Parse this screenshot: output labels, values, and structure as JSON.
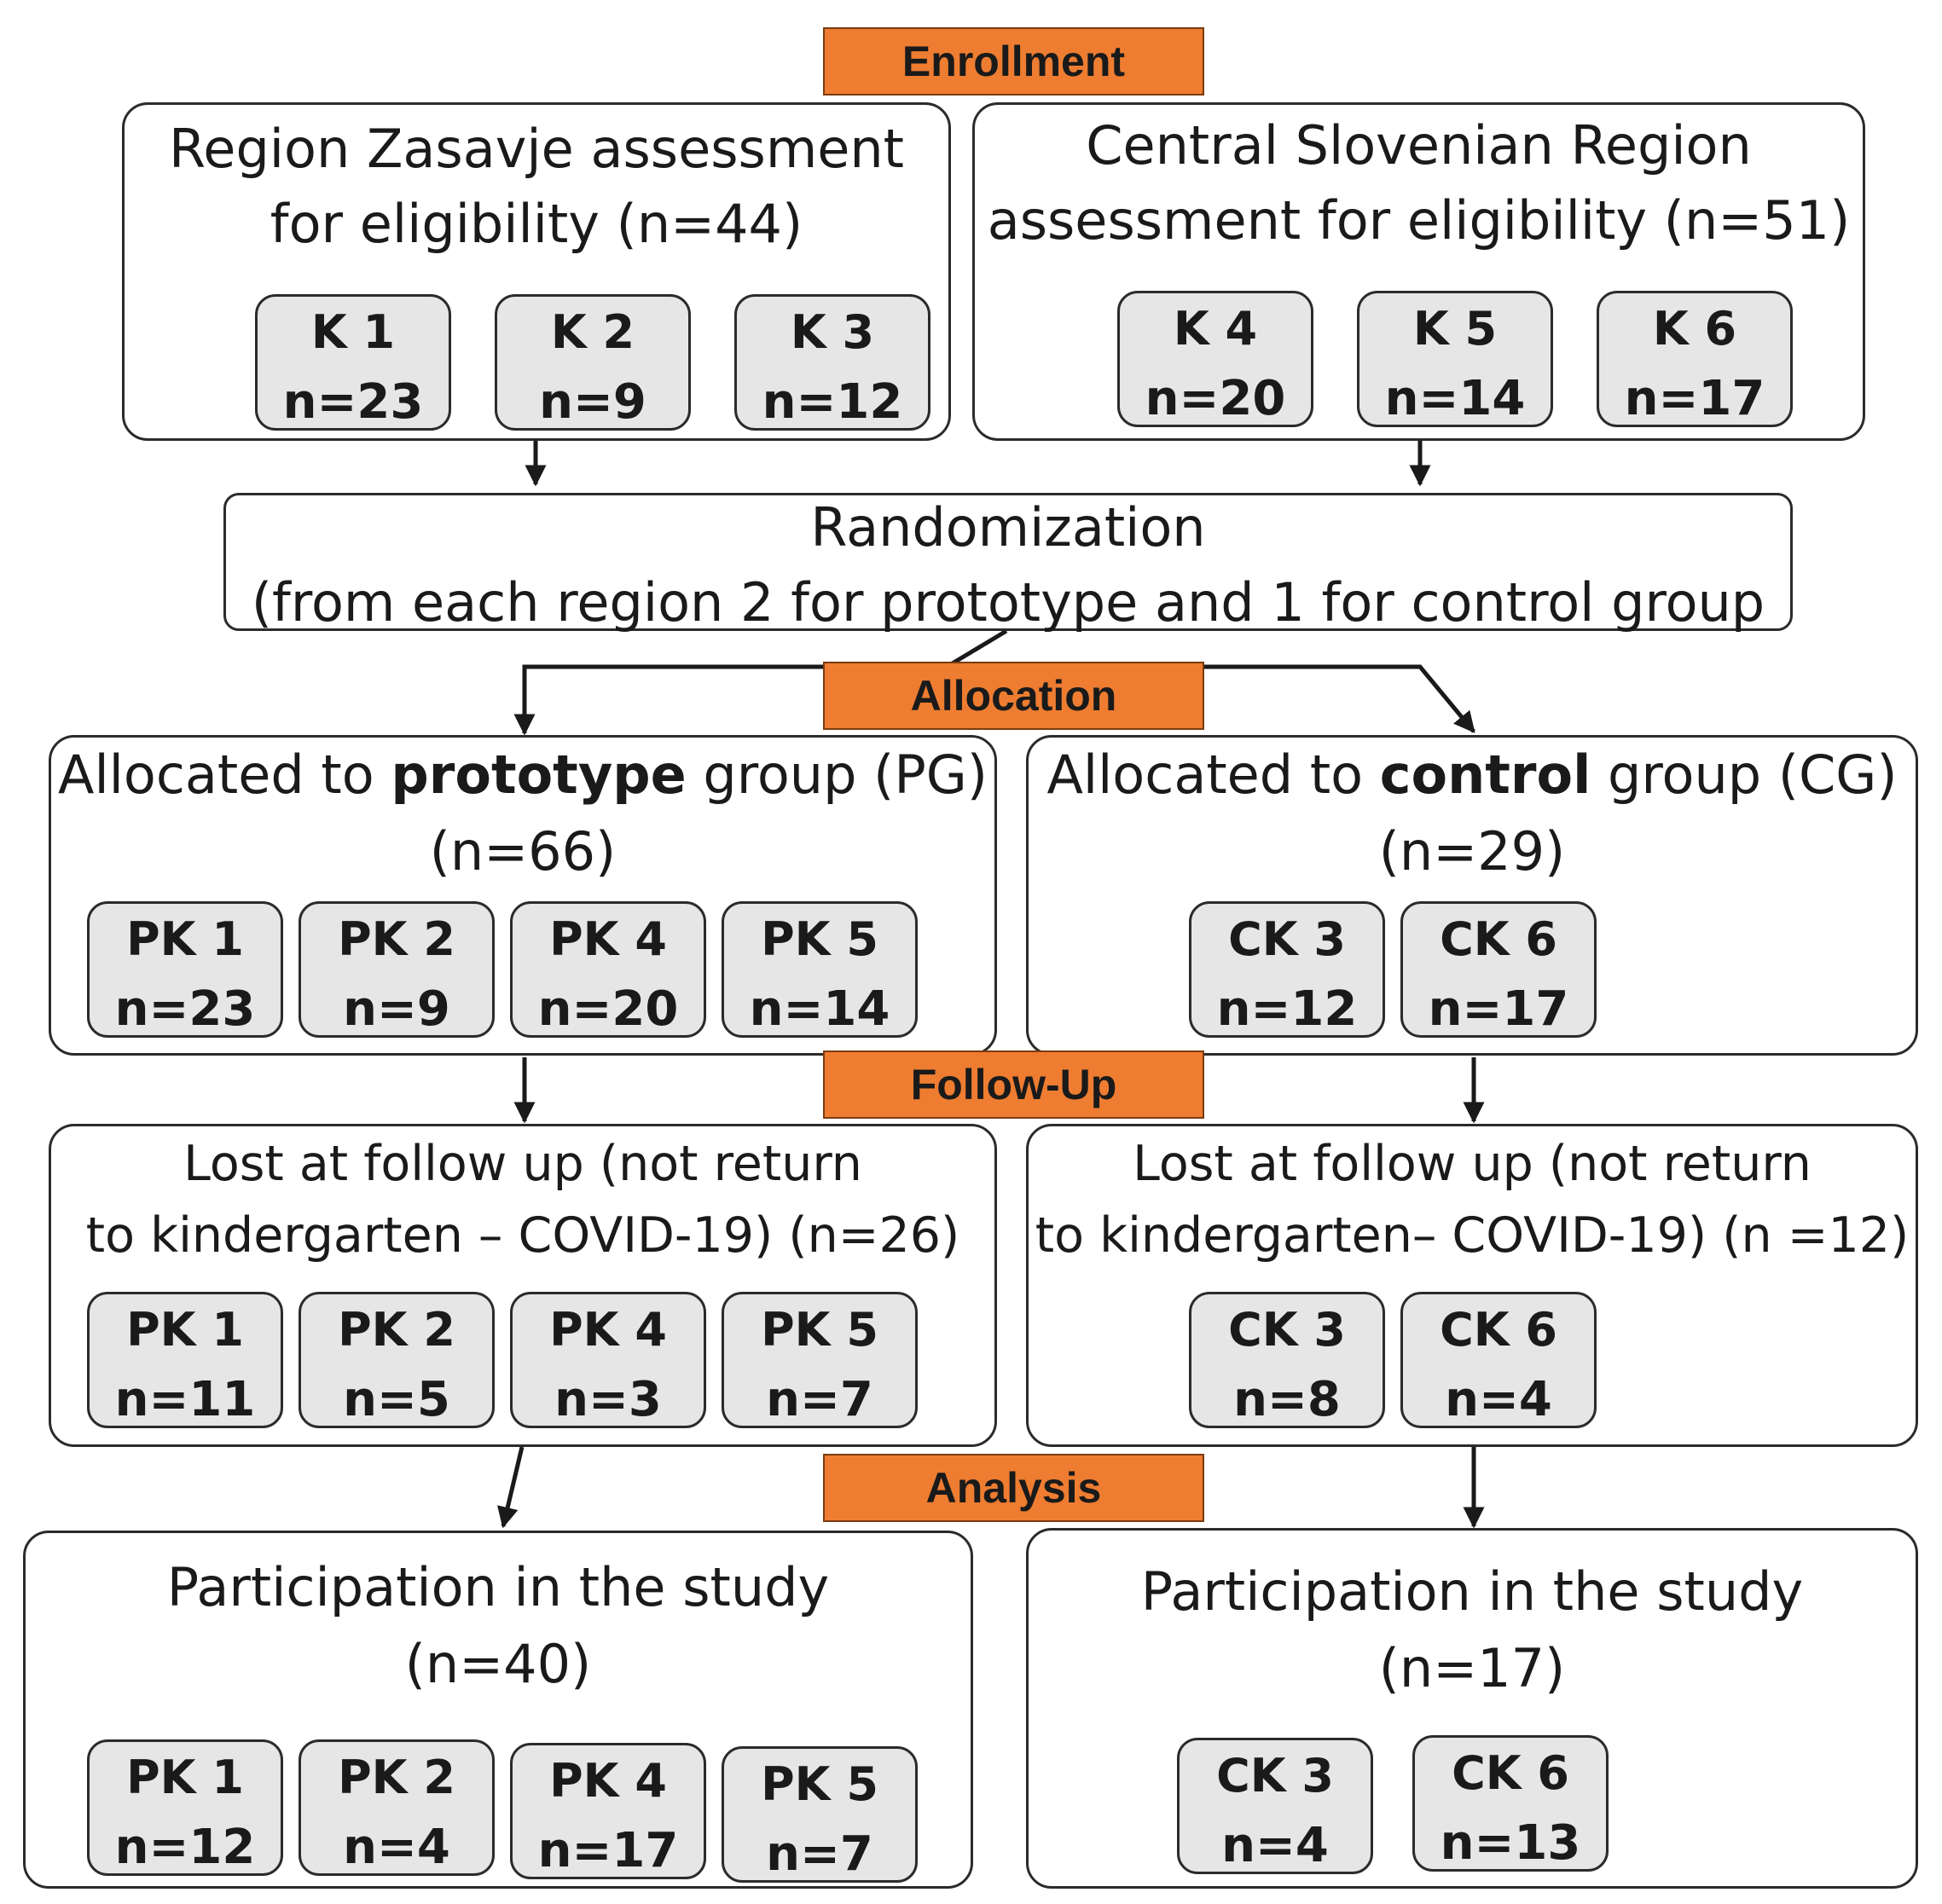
{
  "banners": {
    "enrollment": "Enrollment",
    "allocation": "Allocation",
    "followup": "Follow-Up",
    "analysis": "Analysis"
  },
  "enrollment": {
    "left": {
      "line1": "Region Zasavje assessment",
      "line2": "for eligibility (n=44)",
      "units": [
        {
          "label": "K 1",
          "n": "n=23"
        },
        {
          "label": "K 2",
          "n": "n=9"
        },
        {
          "label": "K 3",
          "n": "n=12"
        }
      ]
    },
    "right": {
      "line1": "Central Slovenian Region",
      "line2": "assessment for eligibility (n=51)",
      "units": [
        {
          "label": "K 4",
          "n": "n=20"
        },
        {
          "label": "K 5",
          "n": "n=14"
        },
        {
          "label": "K 6",
          "n": "n=17"
        }
      ]
    }
  },
  "randomization": {
    "line1": "Randomization",
    "line2": "(from each region 2 for prototype and 1 for control group"
  },
  "allocation": {
    "left": {
      "prefix": "Allocated to ",
      "bold": "prototype",
      "suffix": " group (PG)",
      "line2": "(n=66)",
      "units": [
        {
          "label": "PK 1",
          "n": "n=23"
        },
        {
          "label": "PK 2",
          "n": "n=9"
        },
        {
          "label": "PK 4",
          "n": "n=20"
        },
        {
          "label": "PK 5",
          "n": "n=14"
        }
      ]
    },
    "right": {
      "prefix": "Allocated to ",
      "bold": "control",
      "suffix": " group (CG)",
      "line2": "(n=29)",
      "units": [
        {
          "label": "CK 3",
          "n": "n=12"
        },
        {
          "label": "CK 6",
          "n": "n=17"
        }
      ]
    }
  },
  "followup": {
    "left": {
      "line1": "Lost at follow up (not return",
      "line2": "to kindergarten – COVID-19) (n=26)",
      "units": [
        {
          "label": "PK 1",
          "n": "n=11"
        },
        {
          "label": "PK 2",
          "n": "n=5"
        },
        {
          "label": "PK 4",
          "n": "n=3"
        },
        {
          "label": "PK 5",
          "n": "n=7"
        }
      ]
    },
    "right": {
      "line1": "Lost at follow up (not return",
      "line2": "to kindergarten– COVID-19) (n =12)",
      "units": [
        {
          "label": "CK 3",
          "n": "n=8"
        },
        {
          "label": "CK 6",
          "n": "n=4"
        }
      ]
    }
  },
  "analysis": {
    "left": {
      "line1": "Participation in the study",
      "line2": "(n=40)",
      "units": [
        {
          "label": "PK 1",
          "n": "n=12"
        },
        {
          "label": "PK 2",
          "n": "n=4"
        },
        {
          "label": "PK 4",
          "n": "n=17"
        },
        {
          "label": "PK 5",
          "n": "n=7"
        }
      ]
    },
    "right": {
      "line1": "Participation in the study",
      "line2": "(n=17)",
      "units": [
        {
          "label": "CK 3",
          "n": "n=4"
        },
        {
          "label": "CK 6",
          "n": "n=13"
        }
      ]
    }
  },
  "colors": {
    "banner": "#ee7d31",
    "unit_fill": "#e6e6e6",
    "border": "#2b2b2b"
  }
}
